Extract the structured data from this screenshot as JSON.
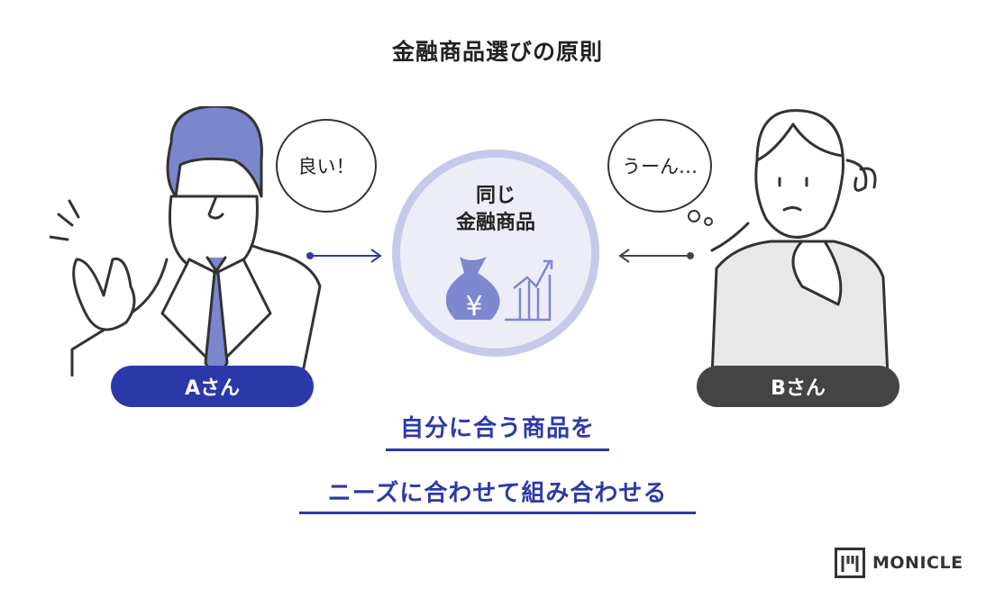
{
  "title": "金融商品選びの原則",
  "person_a": {
    "speech": "良い！",
    "label": "Aさん",
    "badge_color": "#2b39a8"
  },
  "person_b": {
    "speech": "うーん…",
    "label": "Bさん",
    "badge_color": "#444444"
  },
  "center": {
    "line1": "同じ",
    "line2": "金融商品",
    "icon": "money-bag-yen-chart-icon"
  },
  "message": {
    "line1": "自分に合う商品を",
    "line2": "ニーズに合わせて組み合わせる"
  },
  "brand": {
    "name": "MONICLE"
  },
  "colors": {
    "accent": "#2d3aa8",
    "light": "#7e88cf",
    "circle_fill": "#ecedf7",
    "circle_border": "#c6c9ea"
  }
}
